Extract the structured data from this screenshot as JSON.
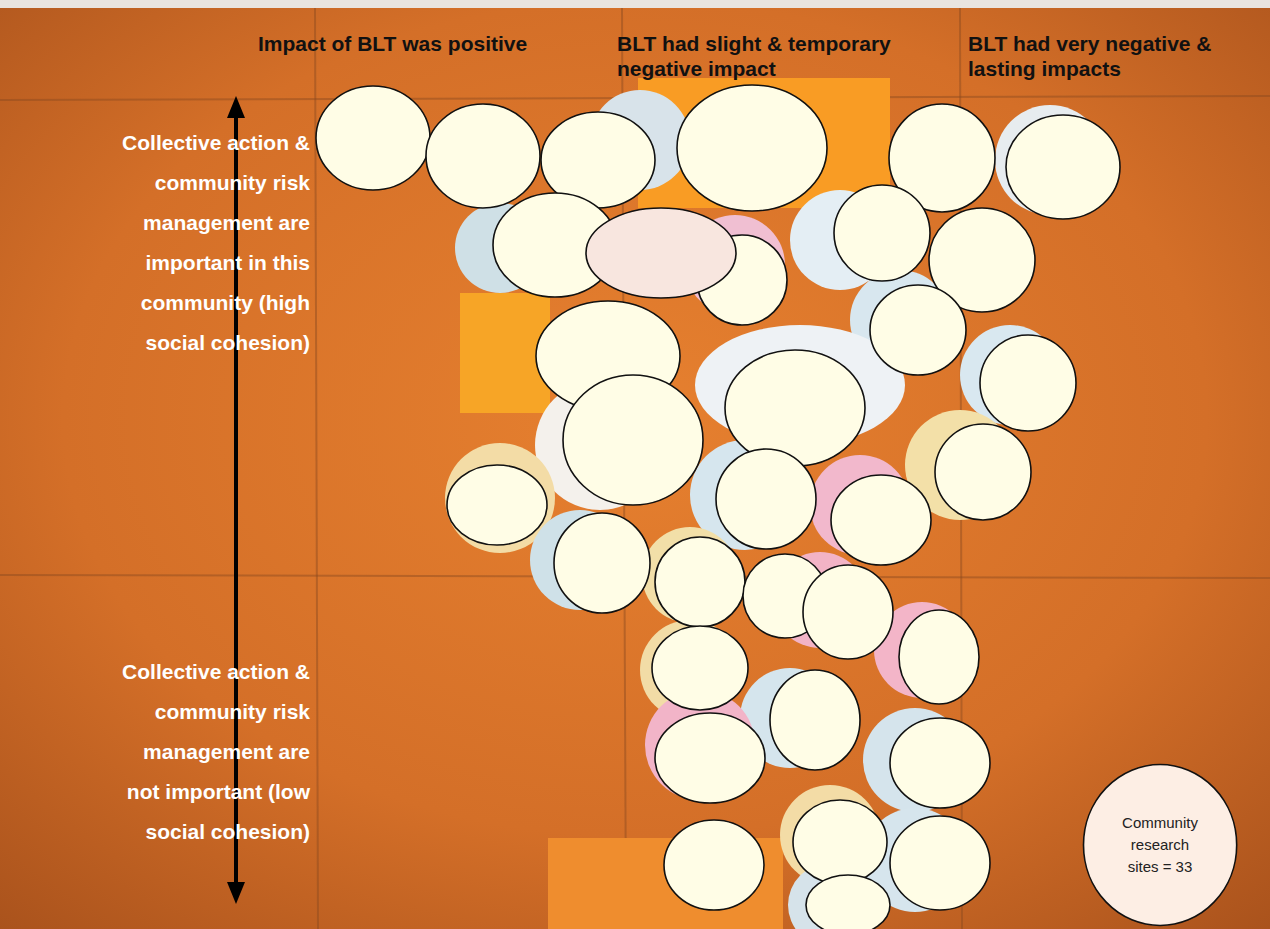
{
  "diagram": {
    "nodes": [
      {
        "text": [
          "Community research sites = 33"
        ]
      }
    ],
    "labels": [
      "Impact of BLT was positive",
      "BLT had slight & temporary negative impact",
      "BLT had very negative & lasting impacts",
      "Collective action & community risk management are important in this community (high social cohesion)",
      "Collective action & community risk management are not important (low social cohesion)"
    ]
  }
}
